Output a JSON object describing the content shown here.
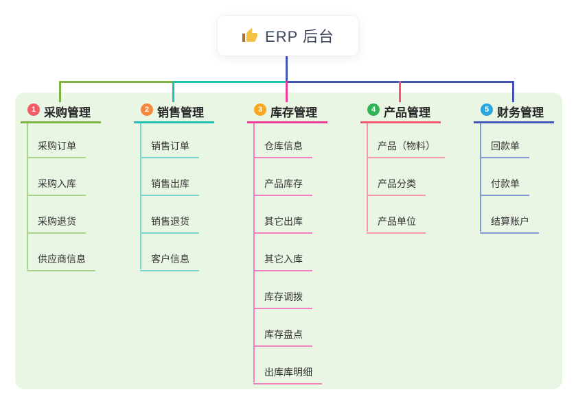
{
  "root": {
    "label": "ERP 后台",
    "icon": "thumbs-up",
    "icon_colors": {
      "hand": "#f3c242",
      "cuff": "#a96d2f"
    }
  },
  "trunk_color": "#4254b5",
  "panel_color": "#e9f6e3",
  "branches": [
    {
      "index": "1",
      "label": "采购管理",
      "badge_color": "#f25e68",
      "line_color": "#7cb342",
      "light_color": "#a7d289",
      "items": [
        "采购订单",
        "采购入库",
        "采购退货",
        "供应商信息"
      ]
    },
    {
      "index": "2",
      "label": "销售管理",
      "badge_color": "#f8893c",
      "line_color": "#1fbfb2",
      "light_color": "#79d6cb",
      "items": [
        "销售订单",
        "销售出库",
        "销售退货",
        "客户信息"
      ]
    },
    {
      "index": "3",
      "label": "库存管理",
      "badge_color": "#f8a81f",
      "line_color": "#ee3d99",
      "light_color": "#f27fc0",
      "items": [
        "仓库信息",
        "产品库存",
        "其它出库",
        "其它入库",
        "库存调拨",
        "库存盘点",
        "出库库明细"
      ]
    },
    {
      "index": "4",
      "label": "产品管理",
      "badge_color": "#33b357",
      "line_color": "#f4586c",
      "light_color": "#f79aa4",
      "items": [
        "产品（物料）",
        "产品分类",
        "产品单位"
      ]
    },
    {
      "index": "5",
      "label": "财务管理",
      "badge_color": "#2aa7e0",
      "line_color": "#4254b5",
      "light_color": "#8099d6",
      "items": [
        "回款单",
        "付款单",
        "结算账户"
      ]
    }
  ]
}
